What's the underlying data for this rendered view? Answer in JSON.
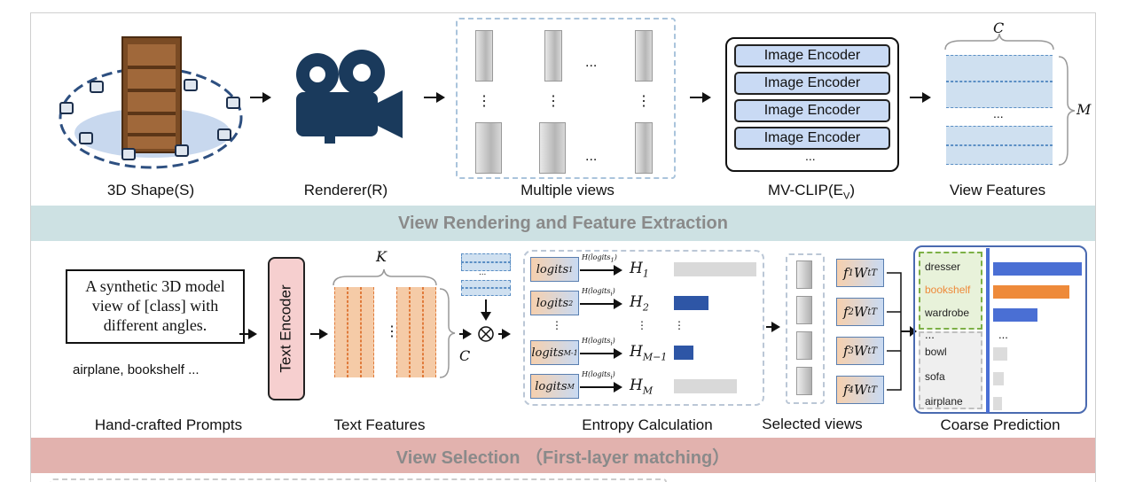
{
  "top_labels": {
    "shape": "3D Shape(S)",
    "renderer": "Renderer(R)",
    "multi_views": "Multiple views",
    "mvclip": "MV-CLIP(E",
    "mvclip_sub": "V",
    "mvclip_close": ")",
    "view_features": "View Features"
  },
  "encoders": [
    "Image Encoder",
    "Image Encoder",
    "Image Encoder",
    "Image Encoder"
  ],
  "ellipsis": "...",
  "vdots": "⋮",
  "dim": {
    "C": "C",
    "M": "M",
    "K": "K"
  },
  "band1": "View Rendering and Feature Extraction",
  "prompt_text": "A synthetic 3D model view of  [class] with different angles.",
  "class_examples": "airplane, bookshelf ...",
  "text_encoder": "Text Encoder",
  "mid_labels": {
    "prompts": "Hand-crafted Prompts",
    "text_features": "Text Features",
    "entropy": "Entropy Calculation",
    "selected": "Selected views",
    "coarse": "Coarse Prediction"
  },
  "entropy_rows": [
    {
      "logit": "logits",
      "sub": "1",
      "h": "H",
      "hsub": "1",
      "func": "H(logits",
      "fsub": "1",
      "bar": 0.95,
      "color": "#d9d9d9"
    },
    {
      "logit": "logits",
      "sub": "2",
      "h": "H",
      "hsub": "2",
      "func": "H(logits",
      "fsub": "i",
      "bar": 0.4,
      "color": "#2e56a6"
    },
    {
      "logit": "logits",
      "sub": "M-1",
      "h": "H",
      "hsub": "M−1",
      "func": "H(logits",
      "fsub": "i",
      "bar": 0.22,
      "color": "#2e56a6"
    },
    {
      "logit": "logits",
      "sub": "M",
      "h": "H",
      "hsub": "M",
      "func": "H(logits",
      "fsub": "i",
      "bar": 0.72,
      "color": "#d9d9d9"
    }
  ],
  "fw_rows": [
    {
      "f": "f",
      "fsub": "1",
      "w": "W",
      "wsub": "t",
      "sup": "T"
    },
    {
      "f": "f",
      "fsub": "2",
      "w": "W",
      "wsub": "t",
      "sup": "T"
    },
    {
      "f": "f",
      "fsub": "3",
      "w": "W",
      "wsub": "t",
      "sup": "T"
    },
    {
      "f": "f",
      "fsub": "4",
      "w": "W",
      "wsub": "t",
      "sup": "T"
    }
  ],
  "classes": [
    {
      "name": "dresser",
      "score": 1.0,
      "color": "#4a6fd4",
      "text_color": "#222"
    },
    {
      "name": "bookshelf",
      "score": 0.86,
      "color": "#ee8a3a",
      "text_color": "#ee8a3a"
    },
    {
      "name": "wardrobe",
      "score": 0.5,
      "color": "#4a6fd4",
      "text_color": "#222"
    },
    {
      "name": "bowl",
      "score": 0.16,
      "color": "#dcdcdc",
      "text_color": "#222"
    },
    {
      "name": "sofa",
      "score": 0.12,
      "color": "#dcdcdc",
      "text_color": "#222"
    },
    {
      "name": "airplane",
      "score": 0.1,
      "color": "#dcdcdc",
      "text_color": "#222"
    }
  ],
  "band2": "View Selection （First-layer matching）"
}
